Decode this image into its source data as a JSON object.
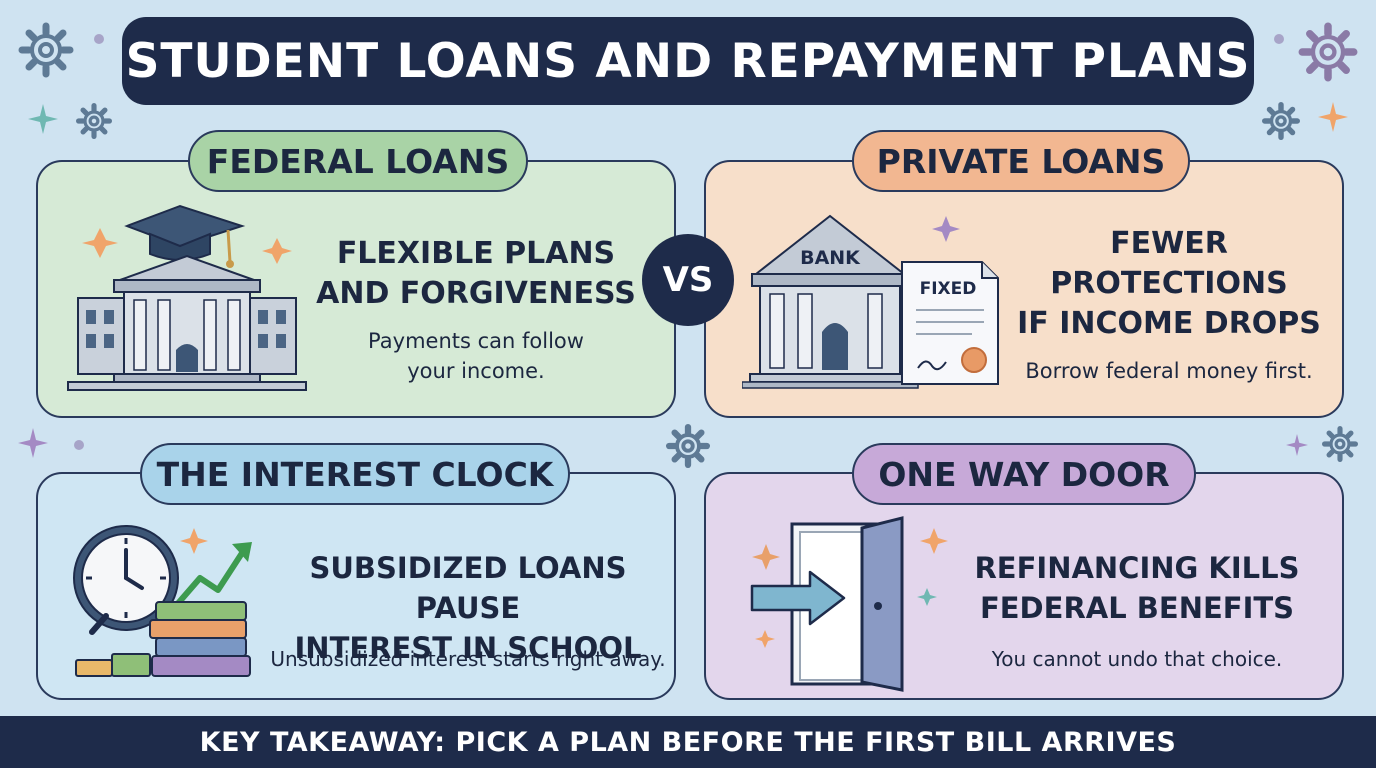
{
  "title": "STUDENT LOANS AND REPAYMENT PLANS",
  "vs_label": "VS",
  "panels": {
    "federal": {
      "label": "FEDERAL LOANS",
      "heading_lines": [
        "FLEXIBLE PLANS",
        "AND FORGIVENESS"
      ],
      "body_lines": [
        "Payments can follow",
        "your income."
      ]
    },
    "private": {
      "label": "PRIVATE LOANS",
      "heading_lines": [
        "FEWER",
        "PROTECTIONS",
        "IF INCOME DROPS"
      ],
      "body_lines": [
        "Borrow federal money first."
      ],
      "bank_sign": "BANK",
      "document_label": "FIXED"
    },
    "clock": {
      "label": "THE INTEREST CLOCK",
      "heading_lines": [
        "SUBSIDIZED LOANS PAUSE",
        "INTEREST IN SCHOOL"
      ],
      "body_lines": [
        "Unsubsidized interest starts right away."
      ]
    },
    "door": {
      "label": "ONE WAY DOOR",
      "heading_lines": [
        "REFINANCING KILLS",
        "FEDERAL BENEFITS"
      ],
      "body_lines": [
        "You cannot undo that choice."
      ]
    }
  },
  "footer": "KEY TAKEAWAY: PICK A PLAN BEFORE THE FIRST BILL ARRIVES",
  "icons": [
    "gear-icon",
    "sparkle-icon",
    "graduation-cap-icon",
    "university-building-icon",
    "bank-building-icon",
    "contract-document-icon",
    "clock-icon",
    "book-stack-icon",
    "trend-arrow-icon",
    "open-door-icon",
    "right-arrow-icon"
  ],
  "colors": {
    "background": "#cfe3f1",
    "navy": "#1e2b4a",
    "federal_panel": "#d6ead6",
    "federal_pill": "#a9d3a6",
    "private_panel": "#f7dfca",
    "private_pill": "#f2b791",
    "clock_panel": "#cfe6f3",
    "clock_pill": "#a9d3ea",
    "door_panel": "#e3d6ec",
    "door_pill": "#c7a9d8"
  }
}
